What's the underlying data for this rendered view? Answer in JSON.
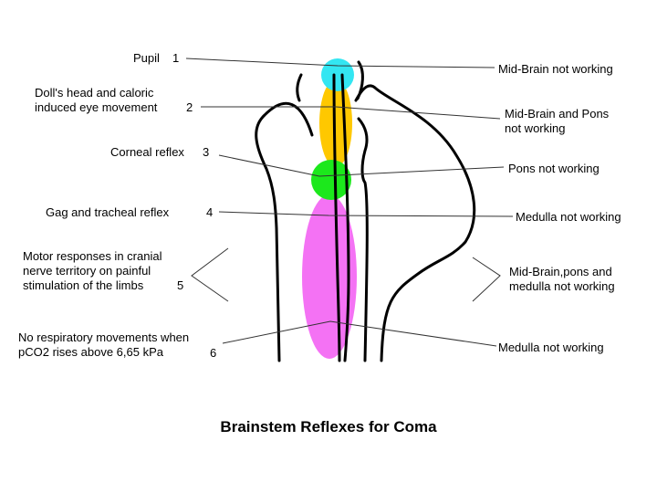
{
  "title": "Brainstem Reflexes for Coma",
  "reflexes": [
    {
      "label": "Pupil",
      "number": "1"
    },
    {
      "label_lines": [
        "Doll's head and caloric",
        "induced eye movement"
      ],
      "number": "2"
    },
    {
      "label": "Corneal reflex",
      "number": "3"
    },
    {
      "label": "Gag and tracheal reflex",
      "number": "4"
    },
    {
      "label_lines": [
        "Motor responses in cranial",
        "nerve territory on painful",
        "stimulation of the limbs"
      ],
      "number": "5"
    },
    {
      "label_lines": [
        "No respiratory movements when",
        "pCO2 rises above 6,65 kPa"
      ],
      "number": "6"
    }
  ],
  "findings": [
    {
      "lines": [
        "Mid-Brain not working"
      ]
    },
    {
      "lines": [
        "Mid-Brain and Pons",
        "not working"
      ]
    },
    {
      "lines": [
        "Pons not working"
      ]
    },
    {
      "lines": [
        "Medulla not working"
      ]
    },
    {
      "lines": [
        "Mid-Brain,pons and",
        "medulla not working"
      ]
    },
    {
      "lines": [
        "Medulla  not working"
      ]
    }
  ],
  "colors": {
    "midbrain": "#33e6f2",
    "pons_upper": "#ffc800",
    "pons": "#1ce81c",
    "medulla": "#f472f4"
  }
}
